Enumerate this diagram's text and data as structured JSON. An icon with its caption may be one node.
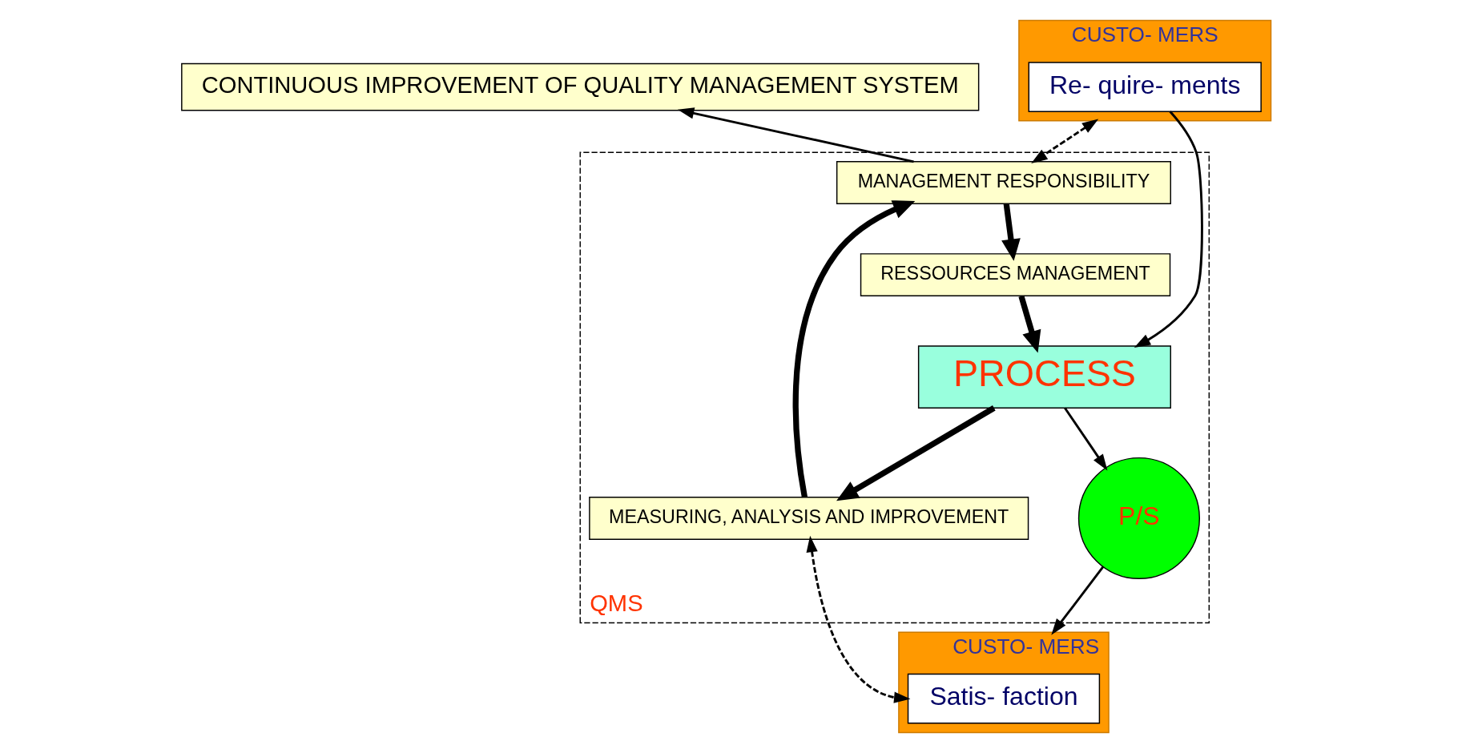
{
  "diagram": {
    "nodes": [
      {
        "text": [
          "CONTINUOUS IMPROVEMENT OF QUALITY MANAGEMENT SYSTEM"
        ]
      },
      {
        "text": [
          "CUSTO- MERS"
        ]
      },
      {
        "text": [
          "Re- quire- ments"
        ],
        "in": 1
      },
      {
        "text": [
          "QMS"
        ]
      },
      {
        "text": [
          "MANAGEMENT RESPONSIBILITY"
        ],
        "in": 3
      },
      {
        "text": [
          "RESSOURCES MANAGEMENT"
        ],
        "in": 3
      },
      {
        "text": [
          "MEASURING, ANALYSIS AND IMPROVEMENT"
        ],
        "in": 3
      },
      {
        "text": [
          "PROCESS"
        ],
        "in": 3
      },
      {
        "text": [
          "P/S"
        ],
        "in": 3
      },
      {
        "text": [
          "CUSTO- MERS"
        ]
      },
      {
        "text": [
          "Satis- faction"
        ],
        "in": 9
      }
    ],
    "edges": [
      {
        "from": 4,
        "to": 0,
        "arrow": "to"
      },
      {
        "from": 1,
        "to": 4,
        "arrow": "both",
        "style": "dashed"
      },
      {
        "from": 4,
        "to": 5,
        "arrow": "to",
        "style": "thick"
      },
      {
        "from": 5,
        "to": 7,
        "arrow": "to",
        "style": "thick"
      },
      {
        "from": 7,
        "to": 6,
        "arrow": "to",
        "style": "thick"
      },
      {
        "from": 6,
        "to": 4,
        "arrow": "to",
        "style": "thick"
      },
      {
        "from": 2,
        "to": 7,
        "arrow": "to"
      },
      {
        "from": 7,
        "to": 8,
        "arrow": "to"
      },
      {
        "from": 8,
        "to": 9,
        "arrow": "to"
      },
      {
        "from": 6,
        "to": 10,
        "arrow": "both",
        "style": "dashed"
      }
    ]
  }
}
